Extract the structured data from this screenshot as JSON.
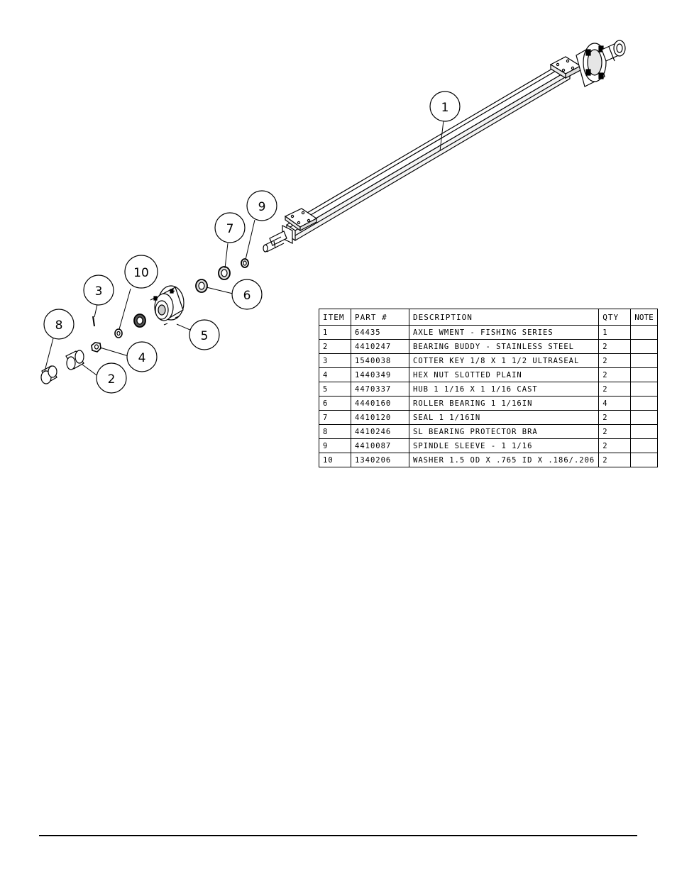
{
  "callouts": [
    {
      "id": "callout-1",
      "label": "1"
    },
    {
      "id": "callout-2",
      "label": "2"
    },
    {
      "id": "callout-3",
      "label": "3"
    },
    {
      "id": "callout-4",
      "label": "4"
    },
    {
      "id": "callout-5",
      "label": "5"
    },
    {
      "id": "callout-6",
      "label": "6"
    },
    {
      "id": "callout-7",
      "label": "7"
    },
    {
      "id": "callout-8",
      "label": "8"
    },
    {
      "id": "callout-9",
      "label": "9"
    },
    {
      "id": "callout-10",
      "label": "10"
    }
  ],
  "table": {
    "headers": {
      "item": "ITEM",
      "part": "PART #",
      "description": "DESCRIPTION",
      "qty": "QTY",
      "note": "NOTE"
    },
    "rows": [
      {
        "item": "1",
        "part": "64435",
        "description": "AXLE WMENT - FISHING SERIES",
        "qty": "1",
        "note": ""
      },
      {
        "item": "2",
        "part": "4410247",
        "description": "BEARING BUDDY - STAINLESS STEEL",
        "qty": "2",
        "note": ""
      },
      {
        "item": "3",
        "part": "1540038",
        "description": "COTTER KEY 1/8 X 1 1/2 ULTRASEAL",
        "qty": "2",
        "note": ""
      },
      {
        "item": "4",
        "part": "1440349",
        "description": "HEX NUT SLOTTED PLAIN",
        "qty": "2",
        "note": ""
      },
      {
        "item": "5",
        "part": "4470337",
        "description": "HUB  1 1/16 X 1 1/16 CAST",
        "qty": "2",
        "note": ""
      },
      {
        "item": "6",
        "part": "4440160",
        "description": "ROLLER BEARING  1 1/16IN",
        "qty": "4",
        "note": ""
      },
      {
        "item": "7",
        "part": "4410120",
        "description": "SEAL  1 1/16IN",
        "qty": "2",
        "note": ""
      },
      {
        "item": "8",
        "part": "4410246",
        "description": "SL BEARING PROTECTOR BRA",
        "qty": "2",
        "note": ""
      },
      {
        "item": "9",
        "part": "4410087",
        "description": "SPINDLE SLEEVE - 1 1/16",
        "qty": "2",
        "note": ""
      },
      {
        "item": "10",
        "part": "1340206",
        "description": "WASHER 1.5 OD X .765 ID X .186/.206",
        "qty": "2",
        "note": ""
      }
    ]
  }
}
